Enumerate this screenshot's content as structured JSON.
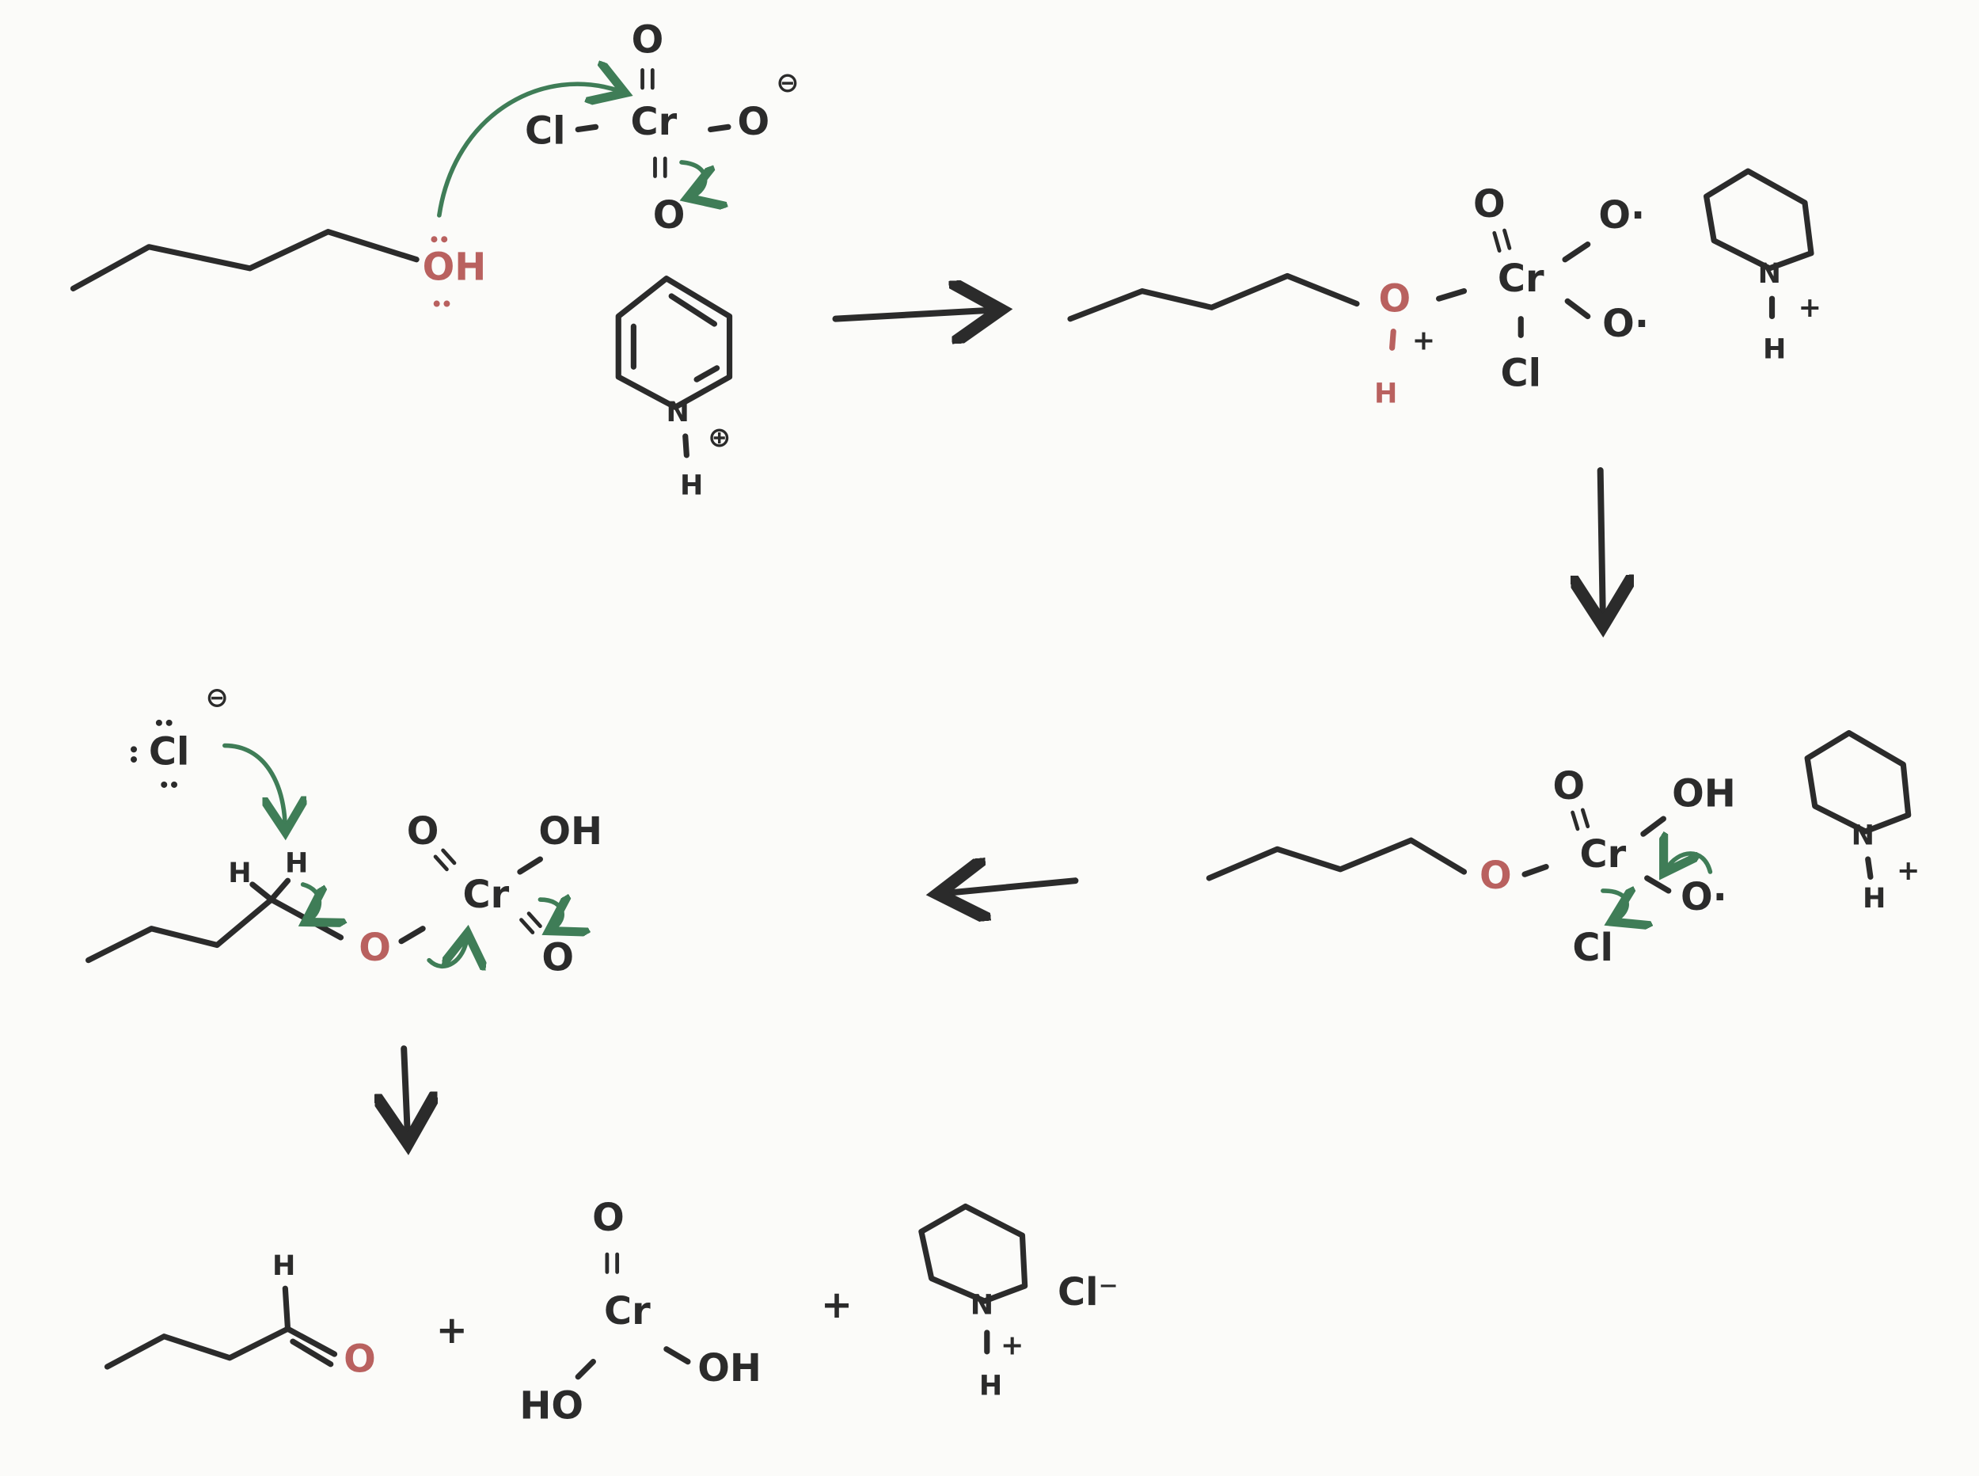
{
  "colors": {
    "ink": "#2b2b2b",
    "oxygen": "#b9615f",
    "arrow": "#3f7d57",
    "paper": "#fbfbf9"
  },
  "step1": {
    "oh": "OH",
    "cl": "Cl",
    "cr": "Cr",
    "o_top": "O",
    "o_minus": "O",
    "minus_charge": "⊖",
    "o_bottom": "O",
    "n": "N",
    "plus_charge": "⊕",
    "h": "H"
  },
  "step2": {
    "o": "O",
    "h": "H",
    "plus": "+",
    "cr": "Cr",
    "o_top": "O",
    "o_minus1": "O·",
    "o_minus2": "O·",
    "cl": "Cl",
    "n": "N",
    "n_plus": "+",
    "n_h": "H"
  },
  "step3": {
    "o": "O",
    "cr": "Cr",
    "o_top": "O",
    "oh": "OH",
    "o_minus": "O·",
    "cl": "Cl",
    "n": "N",
    "n_h": "H",
    "n_plus": "+"
  },
  "step4": {
    "cl": "Cl",
    "cl_charge": "⊖",
    "h1": "H",
    "h2": "H",
    "o": "O",
    "cr": "Cr",
    "o_top": "O",
    "oh": "OH",
    "o_bottom": "O"
  },
  "step5": {
    "h": "H",
    "o": "O",
    "plus1": "+",
    "cr": "Cr",
    "o_top": "O",
    "ho": "HO",
    "oh": "OH",
    "plus2": "+",
    "n": "N",
    "n_plus": "+",
    "n_h": "H",
    "cl": "Cl⁻"
  }
}
